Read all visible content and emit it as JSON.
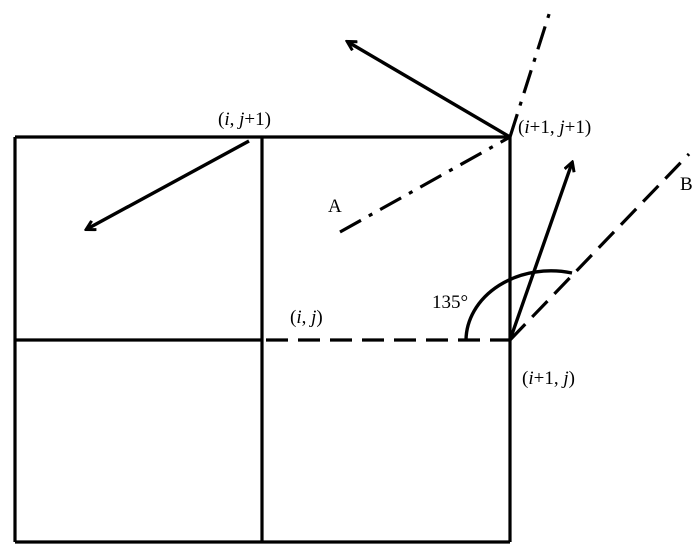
{
  "labels": {
    "node_i_j1": {
      "pre": "(",
      "i": "i",
      "mid": ", ",
      "j": "j",
      "post": "+1)"
    },
    "node_i1_j1": {
      "pre": "(",
      "i": "i",
      "mid": "+1, ",
      "j": "j",
      "post": "+1)"
    },
    "node_i_j": {
      "pre": "(",
      "i": "i",
      "mid": ", ",
      "j": "j",
      "post": ")"
    },
    "node_i1_j": {
      "pre": "(",
      "i": "i",
      "mid": "+1, ",
      "j": "j",
      "post": ")"
    },
    "line_a": "A",
    "line_b": "B",
    "angle": "135°"
  }
}
